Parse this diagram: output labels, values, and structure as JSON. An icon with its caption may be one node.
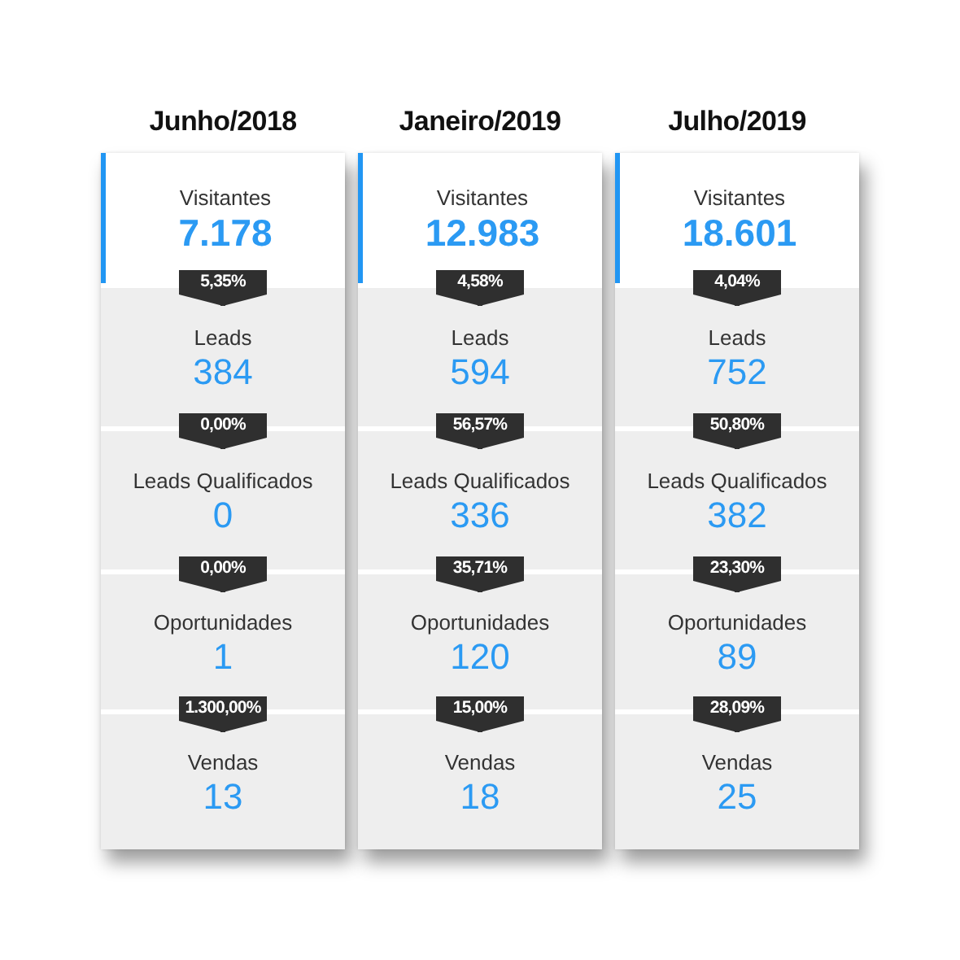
{
  "diagram": {
    "nodes": [
      {
        "text": [
          "Junho/2018"
        ]
      },
      {
        "text": [
          "Visitantes",
          "7.178"
        ],
        "in": 0
      },
      {
        "text": [
          "Leads",
          "384"
        ],
        "in": 0
      },
      {
        "text": [
          "Leads Qualificados",
          "0"
        ],
        "in": 0
      },
      {
        "text": [
          "Oportunidades",
          "1"
        ],
        "in": 0
      },
      {
        "text": [
          "Vendas",
          "13"
        ],
        "in": 0
      },
      {
        "text": [
          "Janeiro/2019"
        ]
      },
      {
        "text": [
          "Visitantes",
          "12.983"
        ],
        "in": 6
      },
      {
        "text": [
          "Leads",
          "594"
        ],
        "in": 6
      },
      {
        "text": [
          "Leads Qualificados",
          "336"
        ],
        "in": 6
      },
      {
        "text": [
          "Oportunidades",
          "120"
        ],
        "in": 6
      },
      {
        "text": [
          "Vendas",
          "18"
        ],
        "in": 6
      },
      {
        "text": [
          "Julho/2019"
        ]
      },
      {
        "text": [
          "Visitantes",
          "18.601"
        ],
        "in": 12
      },
      {
        "text": [
          "Leads",
          "752"
        ],
        "in": 12
      },
      {
        "text": [
          "Leads Qualificados",
          "382"
        ],
        "in": 12
      },
      {
        "text": [
          "Oportunidades",
          "89"
        ],
        "in": 12
      },
      {
        "text": [
          "Vendas",
          "25"
        ],
        "in": 12
      }
    ],
    "edges": [
      {
        "from": 1,
        "to": 2,
        "arrow": "to",
        "label": "5,35%"
      },
      {
        "from": 2,
        "to": 3,
        "arrow": "to",
        "label": "0,00%"
      },
      {
        "from": 3,
        "to": 4,
        "arrow": "to",
        "label": "0,00%"
      },
      {
        "from": 4,
        "to": 5,
        "arrow": "to",
        "label": "1.300,00%"
      },
      {
        "from": 7,
        "to": 8,
        "arrow": "to",
        "label": "4,58%"
      },
      {
        "from": 8,
        "to": 9,
        "arrow": "to",
        "label": "56,57%"
      },
      {
        "from": 9,
        "to": 10,
        "arrow": "to",
        "label": "35,71%"
      },
      {
        "from": 10,
        "to": 11,
        "arrow": "to",
        "label": "15,00%"
      },
      {
        "from": 13,
        "to": 14,
        "arrow": "to",
        "label": "4,04%"
      },
      {
        "from": 14,
        "to": 15,
        "arrow": "to",
        "label": "50,80%"
      },
      {
        "from": 15,
        "to": 16,
        "arrow": "to",
        "label": "23,30%"
      },
      {
        "from": 16,
        "to": 17,
        "arrow": "to",
        "label": "28,09%"
      }
    ]
  }
}
